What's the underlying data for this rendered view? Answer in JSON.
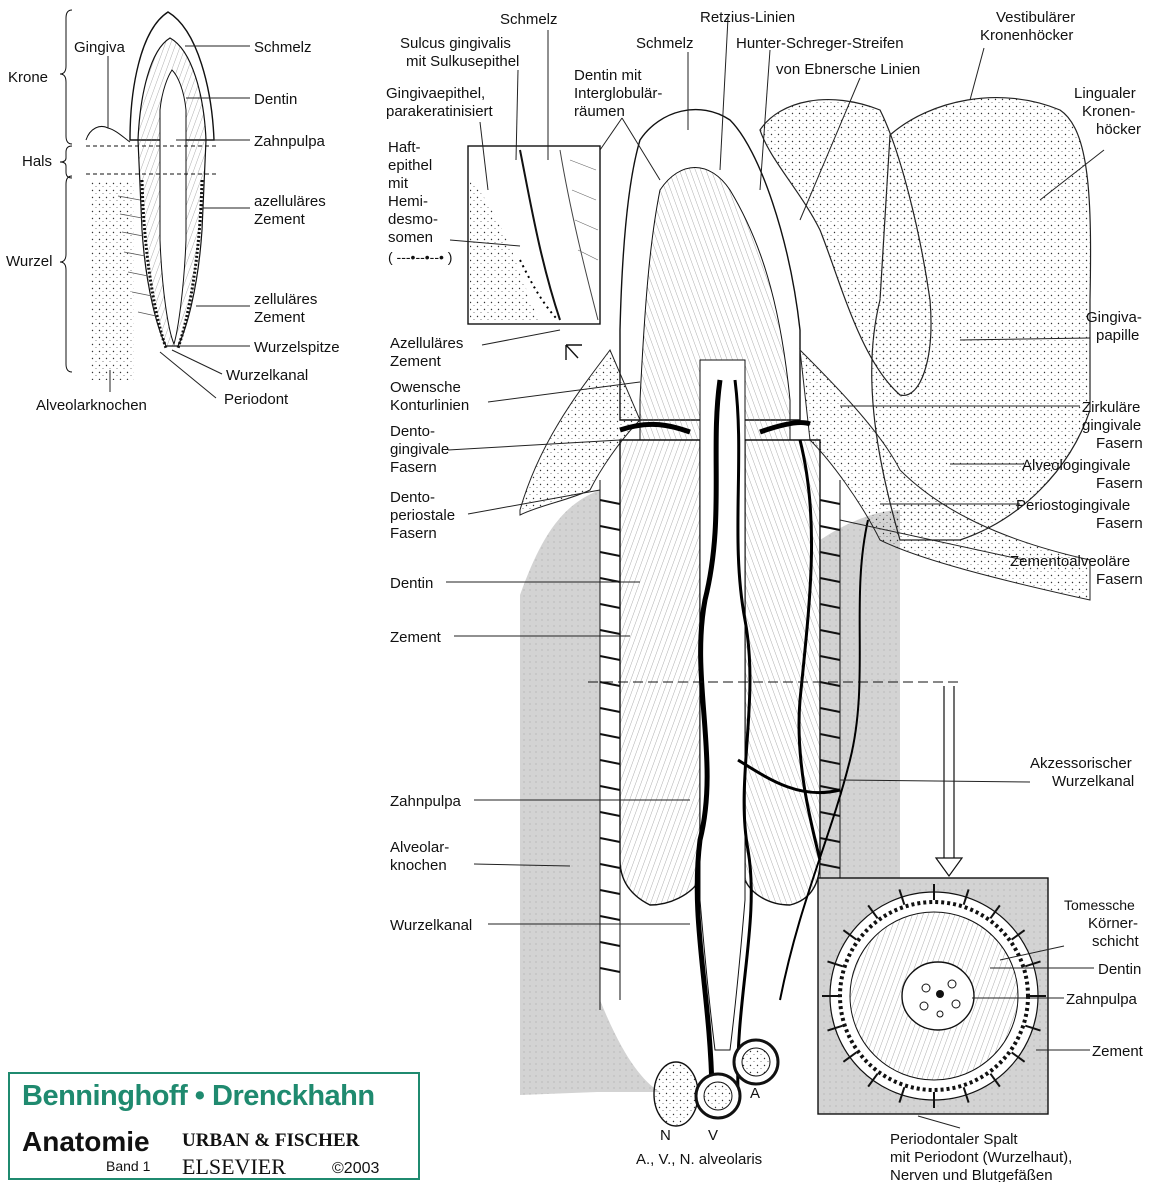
{
  "labels": {
    "krone": "Krone",
    "hals": "Hals",
    "wurzel": "Wurzel",
    "gingiva": "Gingiva",
    "schmelz_left": "Schmelz",
    "dentin_left": "Dentin",
    "zahnpulpa_left": "Zahnpulpa",
    "azellulaeres_zement_l1": "azelluläres",
    "azellulaeres_zement_l2": "Zement",
    "zellulaeres_zement_l1": "zelluläres",
    "zellulaeres_zement_l2": "Zement",
    "wurzelspitze": "Wurzelspitze",
    "wurzelkanal_left": "Wurzelkanal",
    "periodont": "Periodont",
    "alveolarknochen": "Alveolarknochen",
    "schmelz_top": "Schmelz",
    "sulcus_l1": "Sulcus gingivalis",
    "sulcus_l2": "mit Sulkusepithel",
    "schmelz_mid": "Schmelz",
    "dentin_inter_l1": "Dentin mit",
    "dentin_inter_l2": "Interglobulär-",
    "dentin_inter_l3": "räumen",
    "gingivaepithel_l1": "Gingivaepithel,",
    "gingivaepithel_l2": "parakeratinisiert",
    "haft_l1": "Haft-",
    "haft_l2": "epithel",
    "haft_l3": "mit",
    "haft_l4": "Hemi-",
    "haft_l5": "desmo-",
    "haft_l6": "somen",
    "haft_l7": "( ---•--•--• )",
    "retzius": "Retzius-Linien",
    "hunter": "Hunter-Schreger-Streifen",
    "ebner": "von Ebnersche Linien",
    "vestib_l1": "Vestibulärer",
    "vestib_l2": "Kronenhöcker",
    "ling_l1": "Lingualer",
    "ling_l2": "Kronen-",
    "ling_l3": "höcker",
    "gingivapapille_l1": "Gingiva-",
    "gingivapapille_l2": "papille",
    "azell_zement_l1": "Azelluläres",
    "azell_zement_l2": "Zement",
    "owen_l1": "Owensche",
    "owen_l2": "Konturlinien",
    "dentogingival_l1": "Dento-",
    "dentogingival_l2": "gingivale",
    "dentogingival_l3": "Fasern",
    "dentoperiostal_l1": "Dento-",
    "dentoperiostal_l2": "periostale",
    "dentoperiostal_l3": "Fasern",
    "zirk_l1": "Zirkuläre",
    "zirk_l2": "gingivale",
    "zirk_l3": "Fasern",
    "alveologing_l1": "Alveologingivale",
    "alveologing_l2": "Fasern",
    "periosto_l1": "Periostogingivale",
    "periosto_l2": "Fasern",
    "zementalv_l1": "Zementoalveoläre",
    "zementalv_l2": "Fasern",
    "dentin_main": "Dentin",
    "zement_main": "Zement",
    "akzess_l1": "Akzessorischer",
    "akzess_l2": "Wurzelkanal",
    "zahnpulpa_main": "Zahnpulpa",
    "alveolar_l1": "Alveolar-",
    "alveolar_l2": "knochen",
    "wurzelkanal_main": "Wurzelkanal",
    "tomes_l1": "Tomessche",
    "tomes_l2": "Körner-",
    "tomes_l3": "schicht",
    "dentin_inset": "Dentin",
    "zahnpulpa_inset": "Zahnpulpa",
    "zement_inset": "Zement",
    "n": "N",
    "v": "V",
    "a": "A",
    "avn": "A., V., N. alveolaris",
    "periodontal_l1": "Periodontaler Spalt",
    "periodontal_l2": "mit Periodont (Wurzelhaut),",
    "periodontal_l3": "Nerven und Blutgefäßen"
  },
  "logo": {
    "brand": "Benninghoff • Drenckhahn",
    "title": "Anatomie",
    "band": "Band 1",
    "publisher1": "URBAN & FISCHER",
    "publisher2": "ELSEVIER",
    "copyright": "©2003",
    "brand_color": "#1f8a6f"
  },
  "colors": {
    "bone": "#cfcfcf",
    "ink": "#111111"
  }
}
